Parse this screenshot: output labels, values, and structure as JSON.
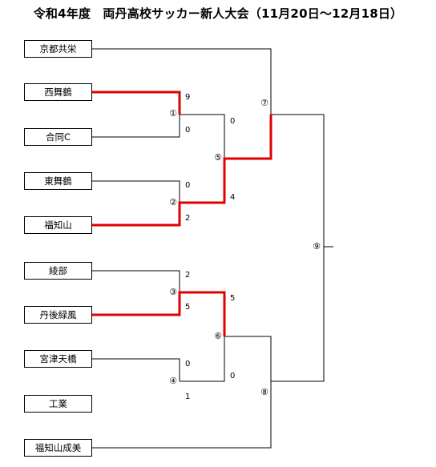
{
  "title": "令和4年度　両丹高校サッカー新人大会（11月20日～12月18日）",
  "colors": {
    "winner_line": "#e00000",
    "line": "#000000"
  },
  "teams": [
    "京都共栄",
    "西舞鶴",
    "合同C",
    "東舞鶴",
    "福知山",
    "綾部",
    "丹後緑風",
    "宮津天橋",
    "工業",
    "福知山成美"
  ],
  "matches": [
    {
      "no": "①",
      "top_score": "9",
      "bottom_score": "0"
    },
    {
      "no": "②",
      "top_score": "0",
      "bottom_score": "2"
    },
    {
      "no": "③",
      "top_score": "2",
      "bottom_score": "5"
    },
    {
      "no": "④",
      "top_score": "0",
      "bottom_score": "1"
    },
    {
      "no": "⑤",
      "top_score": "0",
      "bottom_score": "4"
    },
    {
      "no": "⑥",
      "top_score": "5",
      "bottom_score": "0"
    },
    {
      "no": "⑦"
    },
    {
      "no": "⑧"
    },
    {
      "no": "⑨"
    }
  ]
}
